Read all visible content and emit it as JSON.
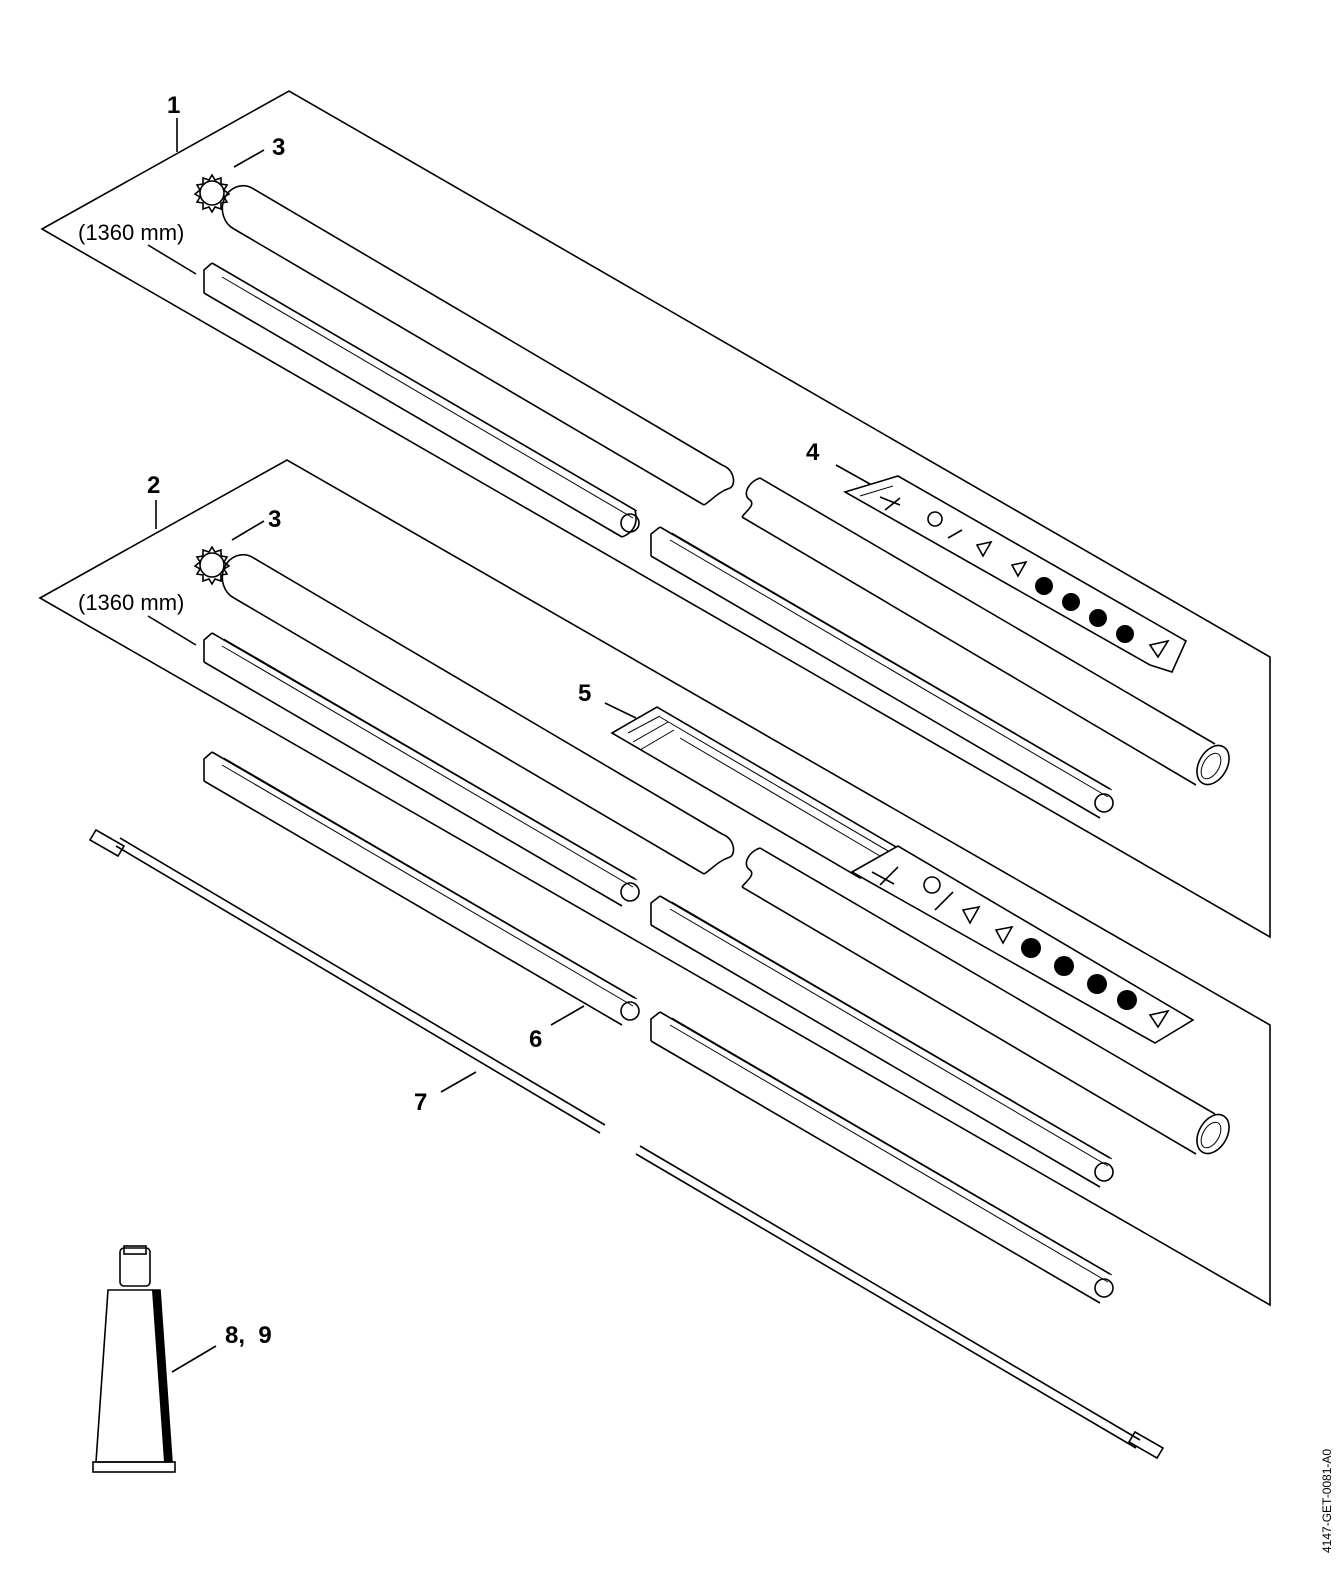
{
  "callouts": {
    "c1": "1",
    "c2": "2",
    "c3a": "3",
    "c3b": "3",
    "c4": "4",
    "c5": "5",
    "c6": "6",
    "c7": "7",
    "c89": "8,  9"
  },
  "dimensions": {
    "length_top": "(1360 mm)",
    "length_bottom": "(1360 mm)"
  },
  "drawing_code": "4147-GET-0081-A0",
  "icons": [
    "gear-ring",
    "drive-tube",
    "bearing-liner",
    "warning-label",
    "instruction-label",
    "drive-shaft",
    "grease-tube"
  ]
}
